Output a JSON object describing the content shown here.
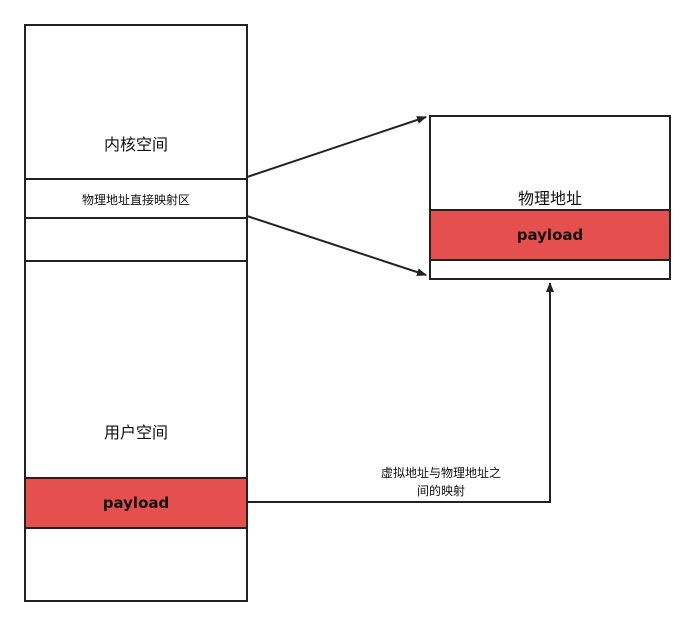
{
  "left_block": {
    "kernel_space_label": "内核空间",
    "direct_map_label": "物理地址直接映射区",
    "user_space_label": "用户空间",
    "payload_label": "payload"
  },
  "right_block": {
    "physical_address_label": "物理地址",
    "payload_label": "payload"
  },
  "mapping_note": {
    "line1": "虚拟地址与物理地址之",
    "line2": "间的映射"
  },
  "colors": {
    "payload_fill": "#e5504f",
    "stroke": "#222222"
  }
}
